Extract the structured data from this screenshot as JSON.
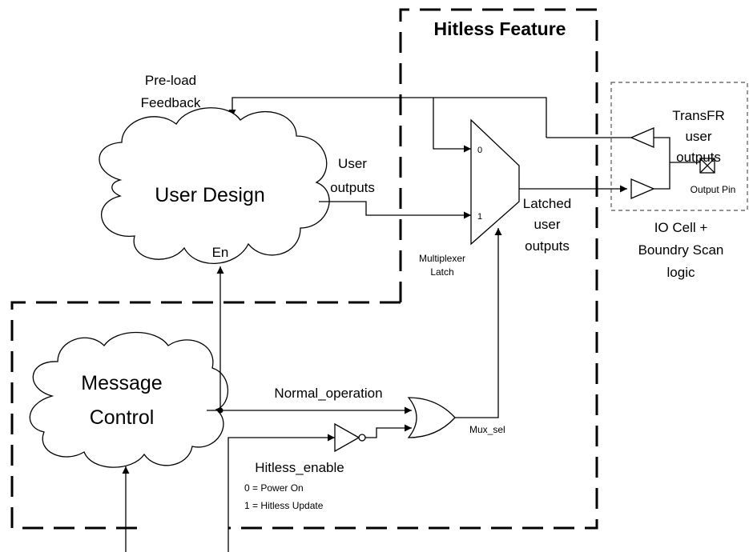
{
  "labels": {
    "hitless_feature": "Hitless Feature",
    "preload_line1": "Pre-load",
    "preload_line2": "Feedback",
    "user_design": "User Design",
    "en": "En",
    "user_outputs_line1": "User",
    "user_outputs_line2": "outputs",
    "mux_0": "0",
    "mux_1": "1",
    "mux_line1": "Multiplexer",
    "mux_line2": "Latch",
    "latched_line1": "Latched",
    "latched_line2": "user",
    "latched_line3": "outputs",
    "transfr_line1": "TransFR",
    "transfr_line2": "user",
    "transfr_line3": "outputs",
    "output_pin": "Output Pin",
    "io_line1": "IO Cell +",
    "io_line2": "Boundry Scan",
    "io_line3": "logic",
    "message_line1": "Message",
    "message_line2": "Control",
    "normal_operation": "Normal_operation",
    "mux_sel": "Mux_sel",
    "hitless_enable": "Hitless_enable",
    "power_on": "0 = Power On",
    "hitless_update": "1 = Hitless Update"
  }
}
